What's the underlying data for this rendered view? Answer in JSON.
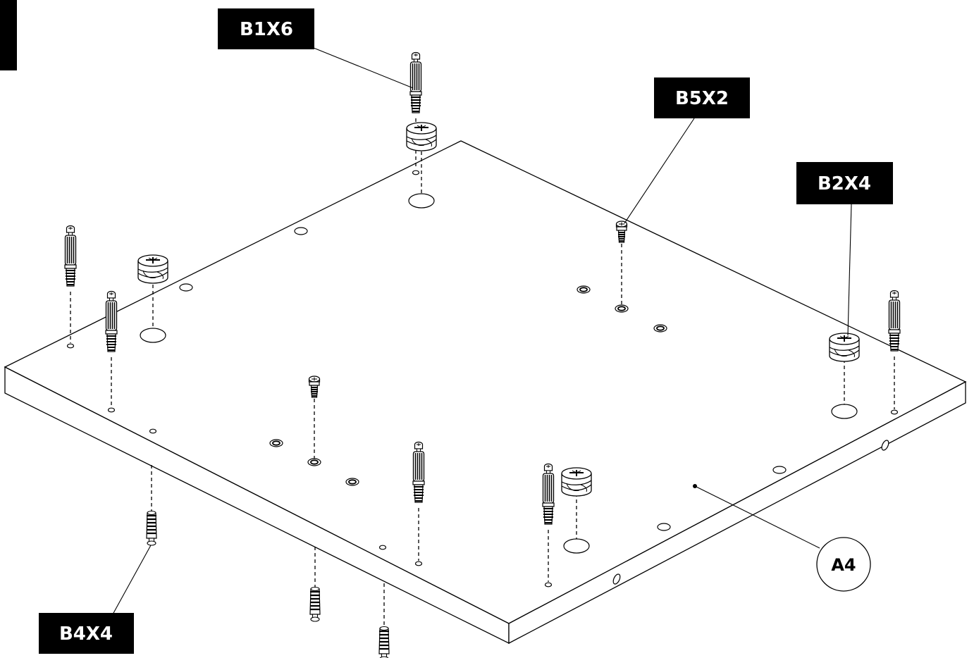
{
  "labels": {
    "b1": "B1X6",
    "b5": "B5X2",
    "b2": "B2X4",
    "b4": "B4X4",
    "a4": "A4"
  },
  "colors": {
    "ink": "#000000",
    "paper": "#ffffff"
  }
}
